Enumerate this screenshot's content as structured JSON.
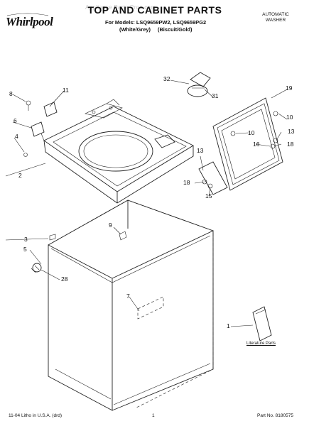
{
  "header": {
    "brand": "Whirlpool",
    "title": "TOP AND CABINET PARTS",
    "models_line": "For Models: LSQ9659PW2, LSQ9659PG2",
    "variant_1": "(White/Grey)",
    "variant_2": "(Biscuit/Gold)",
    "product_line_1": "AUTOMATIC",
    "product_line_2": "WASHER",
    "watermark": "Appliance Parts Pros.com"
  },
  "callouts": {
    "c1": "1",
    "c2": "2",
    "c3": "3",
    "c4": "4",
    "c5": "5",
    "c6": "6",
    "c7": "7",
    "c8": "8",
    "c9": "9",
    "c10a": "10",
    "c10b": "10",
    "c11": "11",
    "c13a": "13",
    "c13b": "13",
    "c15": "15",
    "c16": "16",
    "c18a": "18",
    "c18b": "18",
    "c19": "19",
    "c28": "28",
    "c31": "31",
    "c32": "32"
  },
  "literature_label": "Literature Parts",
  "footer": {
    "left": "11-04 Litho in U.S.A. (drd)",
    "center": "1",
    "right": "Part No. 8180575"
  },
  "colors": {
    "ink": "#222222",
    "background": "#ffffff",
    "watermark": "#c8c8c8"
  }
}
